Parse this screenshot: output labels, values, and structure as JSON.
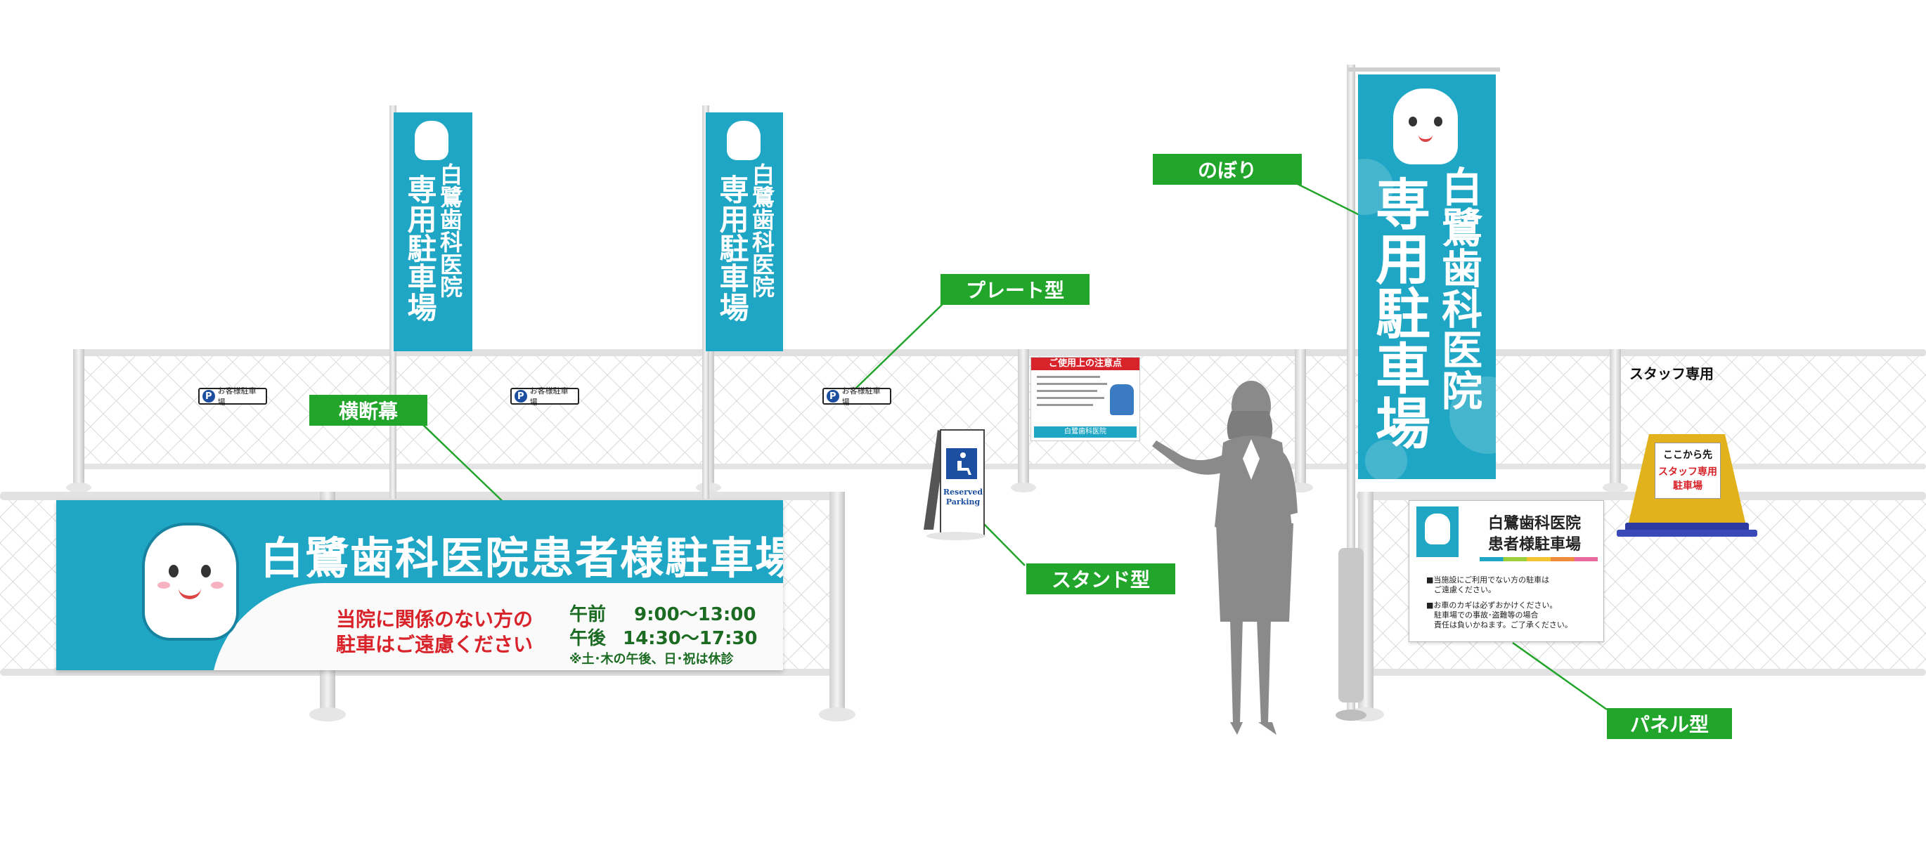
{
  "labels": {
    "nobori": "のぼり",
    "plate": "プレート型",
    "banner": "横断幕",
    "stand": "スタンド型",
    "panel": "パネル型"
  },
  "nobori": {
    "line1": "白鷺歯科医院",
    "line2": "専用駐車場"
  },
  "banner": {
    "title": "白鷺歯科医院患者様駐車場",
    "notice_line1": "当院に関係のない方の",
    "notice_line2": "駐車はご遠慮ください",
    "am_label": "午前",
    "am_hours": "9:00〜13:00",
    "pm_label": "午後",
    "pm_hours": "14:30〜17:30",
    "closed": "※土･木の午後、日･祝は休診"
  },
  "plates": {
    "p_mark": "P",
    "text": "お客様駐車場"
  },
  "notice_board": {
    "title": "ご使用上の注意点",
    "footer": "白鷺歯科医院"
  },
  "stand": {
    "line1": "Reserved",
    "line2": "Parking"
  },
  "staff_label": "スタッフ専用",
  "cone_sign": {
    "line1": "ここから先",
    "line2": "スタッフ専用",
    "line3": "駐車場"
  },
  "panel": {
    "title1": "白鷺歯科医院",
    "title2": "患者様駐車場",
    "b1a": "■当施設にご利用でない方の駐車は",
    "b1b": "　ご遠慮ください。",
    "b2a": "■お車のカギは必ずおかけください。",
    "b2b": "　駐車場での事故･盗難等の場合",
    "b2c": "　責任は負いかねます。ご了承ください。"
  },
  "colors": {
    "teal": "#1ea6c4",
    "green_label": "#22a52b",
    "fence": "#d9d9d9",
    "notice_red": "#d8232a",
    "cone_yellow": "#e2b21c",
    "cone_base": "#2e3ba0"
  }
}
